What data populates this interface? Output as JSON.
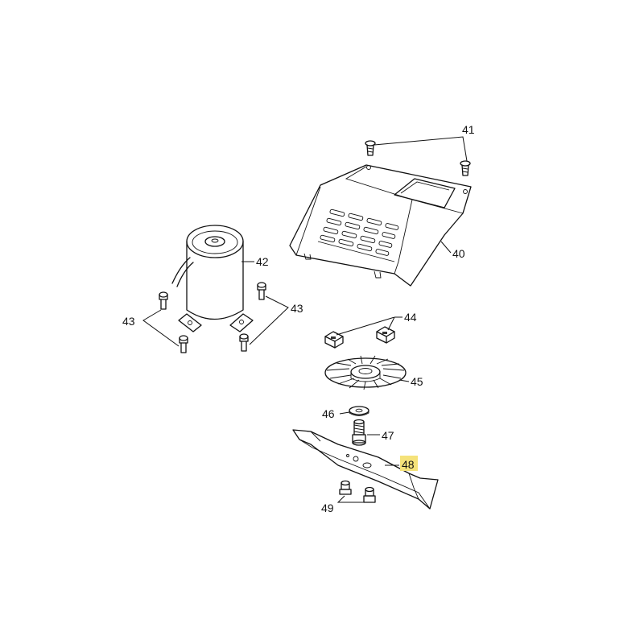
{
  "diagram": {
    "highlight_color": "#f5e27a",
    "labels": {
      "p40": "40",
      "p41": "41",
      "p42": "42",
      "p43_left": "43",
      "p43_right": "43",
      "p44": "44",
      "p45": "45",
      "p46": "46",
      "p47": "47",
      "p48": "48",
      "p49": "49"
    },
    "highlighted_part": "48"
  }
}
